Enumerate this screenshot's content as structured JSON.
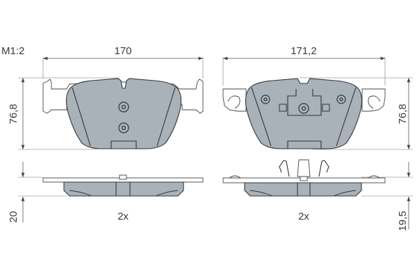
{
  "drawing": {
    "scale_label": "M1:2",
    "colors": {
      "pad_fill": "#a9b1b9",
      "line": "#333333",
      "background": "#ffffff"
    },
    "left_pad": {
      "width_dim": "170",
      "height_dim": "76,8",
      "thickness_dim": "20",
      "quantity": "2x"
    },
    "right_pad": {
      "width_dim": "171,2",
      "height_dim": "76,8",
      "thickness_dim": "19,5",
      "quantity": "2x"
    }
  }
}
